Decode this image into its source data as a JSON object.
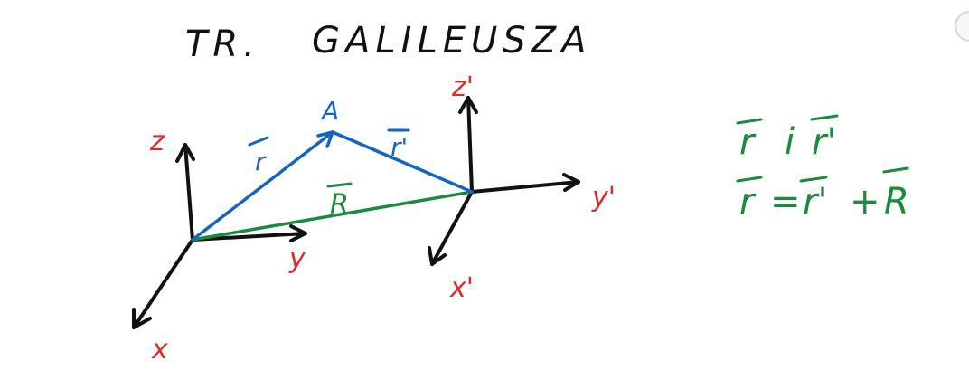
{
  "title": {
    "prefix": "TR.",
    "name": "GALILEUSZA"
  },
  "axes": {
    "frame_unprimed": {
      "z": "z",
      "y": "y",
      "x": "x"
    },
    "frame_primed": {
      "z": "z'",
      "y": "y'",
      "x": "x'"
    }
  },
  "point": {
    "label": "A"
  },
  "vectors": {
    "r": "r",
    "r_prime": "r'",
    "R": "R"
  },
  "equations": {
    "line1": {
      "a": "r",
      "sep": "i",
      "b": "r'"
    },
    "line2": {
      "lhs": "r",
      "eq": "=",
      "t1": "r'",
      "plus": "+",
      "t2": "R"
    }
  },
  "colors": {
    "axis": "#111111",
    "axis_label": "#e02a2a",
    "position_vector": "#1565c0",
    "offset_vector": "#1b8a3c",
    "equation": "#1b8a3c"
  }
}
